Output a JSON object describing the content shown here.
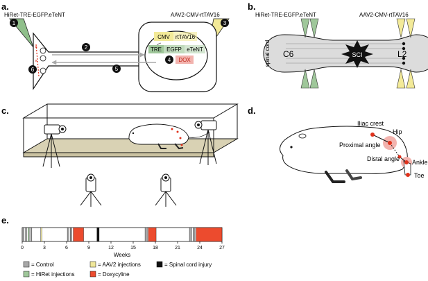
{
  "panels": {
    "a": {
      "label": "a.",
      "left_injection": "HiRet-TRE-EGFP.eTeNT",
      "right_injection": "AAV2-CMV-rtTAV16",
      "steps": [
        "1",
        "2",
        "3",
        "4",
        "5",
        "6"
      ],
      "cmv": "CMV",
      "rttav16": "rtTAV16",
      "tre": "TRE",
      "egfp": "EGFP",
      "etent": "eTeNT",
      "dox": "DOX"
    },
    "b": {
      "label": "b.",
      "left_injection": "HiRet-TRE-EGFP.eTeNT",
      "right_injection": "AAV2-CMV-rtTAV16",
      "spinal_cord": "spinal cord",
      "c6": "C6",
      "l2": "L2",
      "sci": "SCI"
    },
    "c": {
      "label": "c."
    },
    "d": {
      "label": "d.",
      "iliac_crest": "Iliac crest",
      "hip": "Hip",
      "proximal_angle": "Proximal angle",
      "distal_angle": "Distal angle",
      "ankle": "Ankle",
      "toe": "Toe"
    },
    "e": {
      "label": "e.",
      "xlabel": "Weeks",
      "ticks": [
        0,
        3,
        6,
        9,
        12,
        15,
        18,
        21,
        24,
        27
      ],
      "xlim": [
        0,
        27
      ],
      "segments": [
        {
          "start": 0.0,
          "end": 0.25,
          "type": "control"
        },
        {
          "start": 0.45,
          "end": 0.6,
          "type": "control"
        },
        {
          "start": 0.8,
          "end": 0.95,
          "type": "hiret"
        },
        {
          "start": 1.15,
          "end": 1.3,
          "type": "control"
        },
        {
          "start": 2.5,
          "end": 2.65,
          "type": "aav2"
        },
        {
          "start": 6.1,
          "end": 6.3,
          "type": "control"
        },
        {
          "start": 6.5,
          "end": 6.7,
          "type": "control"
        },
        {
          "start": 6.9,
          "end": 8.3,
          "type": "dox"
        },
        {
          "start": 10.1,
          "end": 10.4,
          "type": "sci"
        },
        {
          "start": 16.6,
          "end": 16.9,
          "type": "control"
        },
        {
          "start": 17.05,
          "end": 18.1,
          "type": "dox"
        },
        {
          "start": 22.6,
          "end": 22.9,
          "type": "control"
        },
        {
          "start": 23.1,
          "end": 23.35,
          "type": "control"
        },
        {
          "start": 23.5,
          "end": 27.0,
          "type": "dox"
        }
      ],
      "legend": [
        {
          "type": "control",
          "label": "= Control"
        },
        {
          "type": "hiret",
          "label": "= HiRet injections"
        },
        {
          "type": "aav2",
          "label": "= AAV2 injections"
        },
        {
          "type": "dox",
          "label": "= Doxycyline"
        },
        {
          "type": "sci",
          "label": "= Spinal cord injury"
        }
      ],
      "colors": {
        "control": "#a8a8a8",
        "hiret": "#9fc79a",
        "aav2": "#f0e79a",
        "dox": "#ec4b2e",
        "sci": "#111111"
      }
    }
  }
}
